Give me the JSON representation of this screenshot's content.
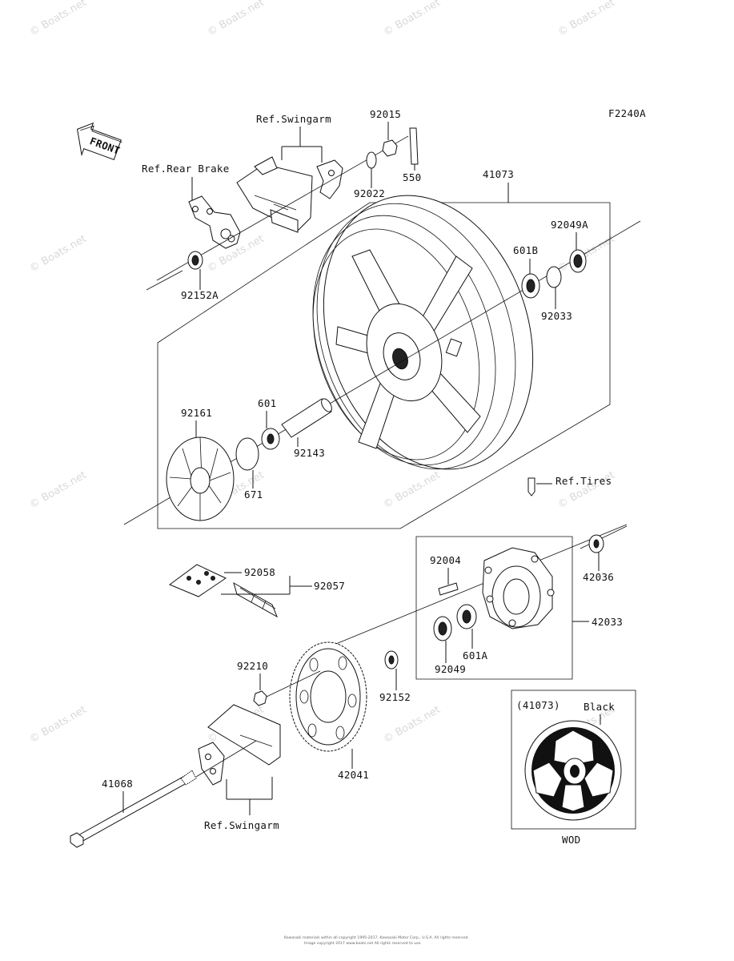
{
  "figure_code": "F2240A",
  "front_label": "FRONT",
  "watermark": "© Boats.net",
  "footer": {
    "line1": "Kawasaki materials within all copyright 1995-2017, Kawasaki Motor Corp., U.S.A. All rights reserved.",
    "line2": "Image copyright 2017 www.boats.net All rights reserved to use."
  },
  "refs": {
    "swingarm_top": "Ref.Swingarm",
    "rear_brake": "Ref.Rear Brake",
    "tires": "Ref.Tires",
    "swingarm_bottom": "Ref.Swingarm"
  },
  "parts": {
    "p92015": "92015",
    "p550": "550",
    "p92022": "92022",
    "p41073": "41073",
    "p92049A": "92049A",
    "p601B": "601B",
    "p92033": "92033",
    "p92152A": "92152A",
    "p92161": "92161",
    "p601": "601",
    "p92143": "92143",
    "p671": "671",
    "p92058": "92058",
    "p92057": "92057",
    "p92004": "92004",
    "p42036": "42036",
    "p42033": "42033",
    "p601A": "601A",
    "p92049": "92049",
    "p92210": "92210",
    "p92152": "92152",
    "p42041": "42041",
    "p41068": "41068"
  },
  "inset": {
    "ref": "(41073)",
    "color": "Black",
    "code": "WOD"
  }
}
